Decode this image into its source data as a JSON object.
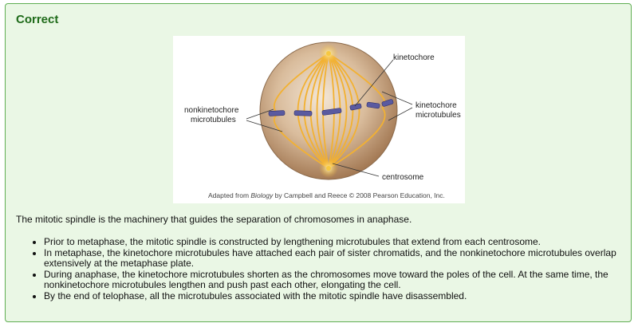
{
  "feedback": {
    "title": "Correct",
    "figure": {
      "labels": {
        "kinetochore": "kinetochore",
        "kinetochore_microtubules_line1": "kinetochore",
        "kinetochore_microtubules_line2": "microtubules",
        "nonkinetochore_line1": "nonkinetochore",
        "nonkinetochore_line2": "microtubules",
        "centrosome": "centrosome"
      },
      "credit_prefix": "Adapted from ",
      "credit_book": "Biology",
      "credit_suffix": " by Campbell and Reece © 2008 Pearson Education, Inc."
    },
    "intro": "The mitotic spindle is the machinery that guides the separation of chromosomes in anaphase.",
    "bullets": [
      "Prior to metaphase, the mitotic spindle is constructed by lengthening microtubules that extend from each centrosome.",
      "In metaphase, the kinetochore microtubules have attached each pair of sister chromatids, and the nonkinetochore microtubules overlap extensively at the metaphase plate.",
      "During anaphase, the kinetochore microtubules shorten as the chromosomes move toward the poles of the cell. At the same time, the nonkinetochore microtubules lengthen and push past each other, elongating the cell.",
      "By the end of telophase, all the microtubules associated with the mitotic spindle have disassembled."
    ],
    "colors": {
      "panel_bg": "#eaf7e5",
      "panel_border": "#5fae52",
      "title": "#1f6b1a",
      "spindle": "#f0b53a",
      "chromosome": "#5a5aa0",
      "cell": "#c9a882"
    }
  }
}
